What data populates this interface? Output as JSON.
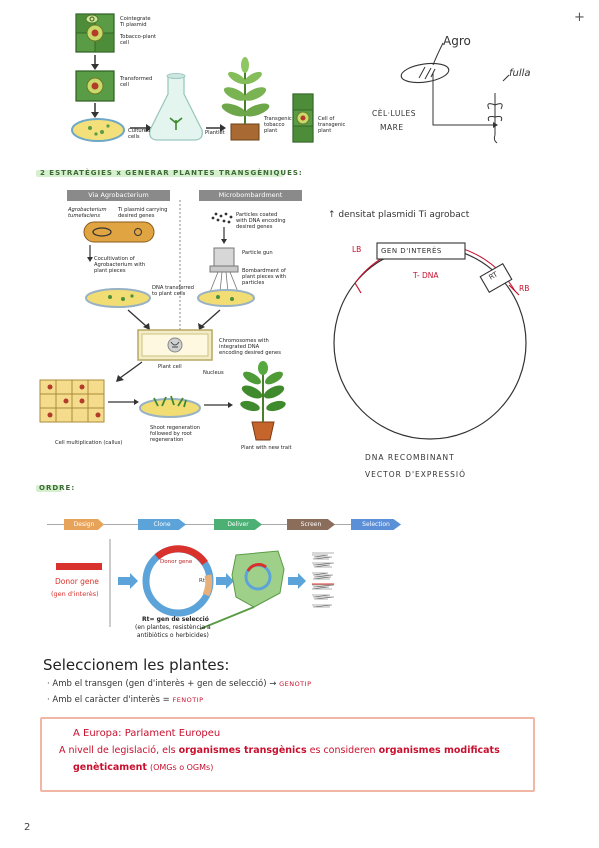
{
  "corner_plus": "+",
  "page_number": "2",
  "top_figure": {
    "label_cointegrate": "Cointegrate\nTi plasmid",
    "label_tobacco_cell": "Tobacco-plant\ncell",
    "label_transformed": "Transformed\ncell",
    "label_cultured": "Cultured\ncells",
    "label_plantlet": "Plantlet",
    "label_transgenic_plant": "Transgenic\ntobacco\nplant",
    "label_cell_transgenic": "Cell of\ntransgenic\nplant"
  },
  "agro_sketch": {
    "agro": "Agro",
    "fulla": "fulla",
    "cellules": "CÈL·LULES",
    "mare": "MARE"
  },
  "section1": {
    "title": "2 ESTRATÈGIES x GENERAR PLANTES TRANSGÈNIQUES:"
  },
  "strategies": {
    "head_left": "Via Agrobacterium",
    "head_right": "Microbombardment",
    "agro_tumefaciens": "Agrobacterium\ntumefaciens",
    "ti_plasmid": "Ti plasmid carrying\ndesired genes",
    "cocultivation": "Cocultivation of\nAgrobacterium with\nplant pieces",
    "dna_transferred": "DNA transferred\nto plant cells",
    "particles": "Particles coated\nwith DNA encoding\ndesired genes",
    "particle_gun": "Particle gun",
    "bombardment": "Bombardment of\nplant pieces with\nparticles",
    "chromosomes": "Chromosomes with\nintegrated DNA\nencoding desired genes",
    "plant_cell": "Plant cell",
    "nucleus": "Nucleus",
    "cell_multiplication": "Cell multiplication (callus)",
    "shoot_regeneration": "Shoot regeneration\nfollowed by root\nregeneration",
    "plant_new_trait": "Plant with new trait"
  },
  "plasmid_note": {
    "heading": "↑ densitat plasmidi Ti agrobact",
    "lb": "LB",
    "rb": "RB",
    "gene": "GEN D'INTERÈS",
    "tdna": "T- DNA",
    "rt": "RT",
    "caption1": "DNA RECOMBINANT",
    "caption2": "VECTOR D'EXPRESSIÓ"
  },
  "section2": {
    "title": "ORDRE:"
  },
  "order": {
    "stages": [
      "Design",
      "Clone",
      "Deliver",
      "Screen",
      "Selection"
    ],
    "stage_colors": [
      "#e8a35a",
      "#5ba3d8",
      "#4caf74",
      "#8a6d5a",
      "#5b8fd8"
    ],
    "donor_gene": "Donor gene",
    "gen_interes": "(gen d'interès)",
    "donor_gene_small": "Donor gene",
    "rt_label": "Rt",
    "rt_caption_bold": "Rt= gen de selecció",
    "rt_caption": "(en plantes, resistència a\nantibiòtics o herbicides)"
  },
  "selection": {
    "heading": "Seleccionem les plantes:",
    "bullet1_prefix": "· Amb el transgen (gen d'interès + gen de selecció) →",
    "bullet1_highlight": "GENOTIP",
    "bullet2_prefix": "· Amb el caràcter d'interès =",
    "bullet2_highlight": "FENOTIP"
  },
  "callout": {
    "line1": "A Europa: Parlament Europeu",
    "line2_prefix": "A nivell de legislació, els",
    "line2_bold": "organismes transgènics",
    "line2_mid": "es consideren",
    "line2_bold2": "organismes modificats",
    "line3_bold": "genèticament",
    "line3_rest": "(OMGs o OGMs)"
  }
}
